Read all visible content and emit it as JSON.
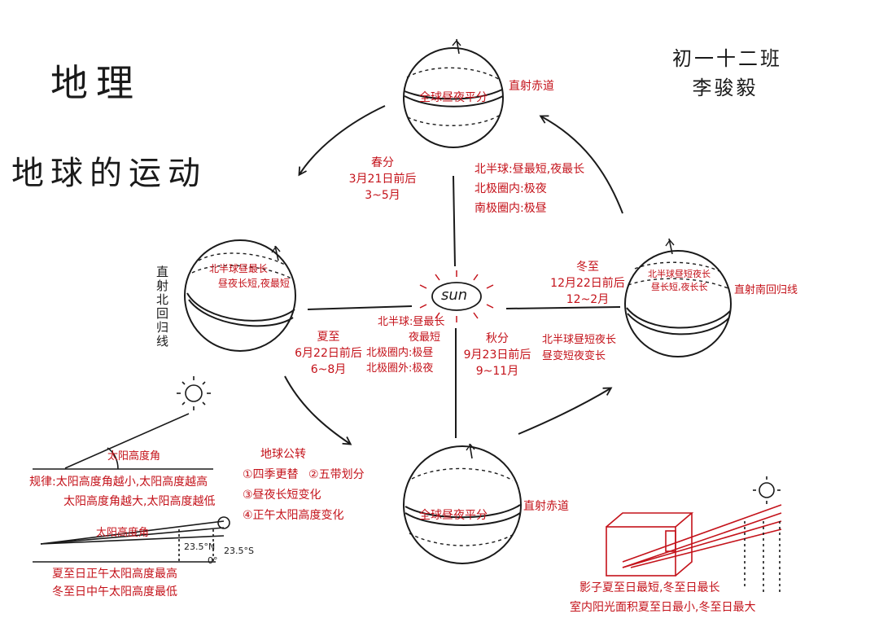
{
  "title": "地理",
  "subtitle": "地球的运动",
  "author": {
    "class": "初一十二班",
    "name": "李骏毅"
  },
  "sun_label": "sun",
  "globes": {
    "top": {
      "band": "全球昼夜平分",
      "side": "直射赤道"
    },
    "left": {
      "band_lines": [
        "北半球昼最长",
        "昼夜长短,夜最短"
      ],
      "side": "直射北回归线"
    },
    "right": {
      "band_lines": [
        "北半球昼短夜长",
        "昼长短,夜长长"
      ],
      "side": "直射南回归线"
    },
    "bottom": {
      "band": "全球昼夜平分",
      "side": "直射赤道"
    }
  },
  "seasons": {
    "spring": {
      "name": "春分",
      "date": "3月21日前后",
      "months": "3~5月"
    },
    "winter": {
      "name": "冬至",
      "date": "12月22日前后",
      "months": "12~2月"
    },
    "summer": {
      "name": "夏至",
      "date": "6月22日前后",
      "months": "6~8月"
    },
    "autumn": {
      "name": "秋分",
      "date": "9月23日前后",
      "months": "9~11月"
    }
  },
  "winter_notes": [
    "北半球:昼最短,夜最长",
    "北极圈内:极夜",
    "南极圈内:极昼"
  ],
  "summer_notes": [
    "北半球:昼最长",
    "夜最短",
    "北极圈内:极昼",
    "北极圈外:极夜"
  ],
  "autumn_to_winter_notes": [
    "北半球昼短夜长",
    "昼变短夜变长"
  ],
  "revolution": {
    "heading": "地球公转",
    "items": [
      "①四季更替",
      "②五带划分",
      "③昼夜长短变化",
      "④正午太阳高度变化"
    ]
  },
  "solar_angle": {
    "label": "太阳高度角",
    "rule_line1": "规律:太阳高度角越小,太阳高度越高",
    "rule_line2": "太阳高度角越大,太阳高度越低",
    "label2": "太阳高度角",
    "deg_a": "23.5°N",
    "deg_b": "0°",
    "deg_c": "23.5°S",
    "summary": [
      "夏至日正午太阳高度最高",
      "冬至日中午太阳高度最低"
    ]
  },
  "shadow_box": {
    "notes": [
      "影子夏至日最短,冬至日最长",
      "室内阳光面积夏至日最小,冬至日最大"
    ]
  },
  "colors": {
    "ink": "#1a1a1a",
    "accent": "#c4121a"
  }
}
